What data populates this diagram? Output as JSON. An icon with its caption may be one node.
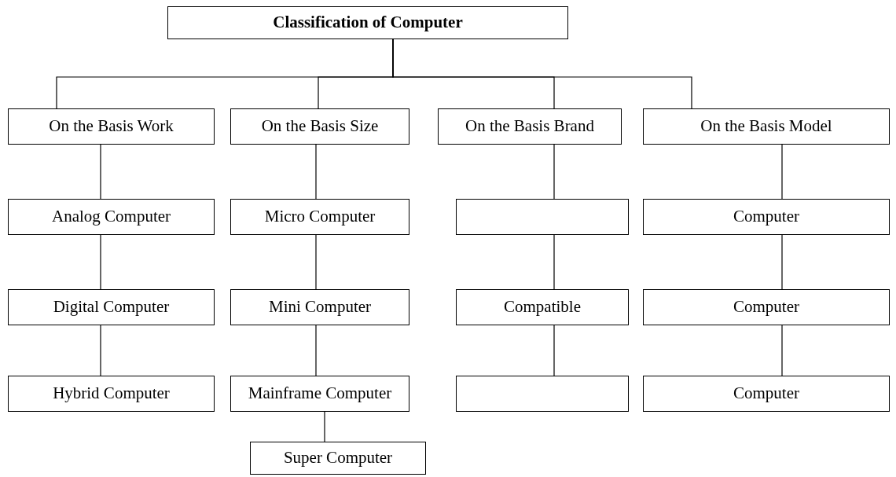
{
  "diagram": {
    "nodes": [
      {
        "text": [
          "Classification of Computer"
        ]
      },
      {
        "text": [
          "On the Basis Work"
        ]
      },
      {
        "text": [
          "On the Basis Size"
        ]
      },
      {
        "text": [
          "On the Basis Brand"
        ]
      },
      {
        "text": [
          "On the Basis Model"
        ]
      },
      {
        "text": [
          "Analog Computer"
        ]
      },
      {
        "text": [
          "Digital Computer"
        ]
      },
      {
        "text": [
          "Hybrid Computer"
        ]
      },
      {
        "text": [
          "Micro Computer"
        ]
      },
      {
        "text": [
          "Mini Computer"
        ]
      },
      {
        "text": [
          "Mainframe Computer"
        ]
      },
      {
        "text": [
          "Super Computer"
        ]
      },
      {
        "text": [],
        "shape": "box"
      },
      {
        "text": [
          "Compatible"
        ]
      },
      {
        "text": [],
        "shape": "box"
      },
      {
        "text": [
          "Computer"
        ]
      },
      {
        "text": [
          "Computer"
        ]
      },
      {
        "text": [
          "Computer"
        ]
      }
    ],
    "edges": [
      {
        "from": 0,
        "to": 1,
        "arrow": "none"
      },
      {
        "from": 0,
        "to": 2,
        "arrow": "none"
      },
      {
        "from": 0,
        "to": 3,
        "arrow": "none"
      },
      {
        "from": 0,
        "to": 4,
        "arrow": "none"
      },
      {
        "from": 1,
        "to": 5,
        "arrow": "none"
      },
      {
        "from": 5,
        "to": 6,
        "arrow": "none"
      },
      {
        "from": 6,
        "to": 7,
        "arrow": "none"
      },
      {
        "from": 2,
        "to": 8,
        "arrow": "none"
      },
      {
        "from": 8,
        "to": 9,
        "arrow": "none"
      },
      {
        "from": 9,
        "to": 10,
        "arrow": "none"
      },
      {
        "from": 10,
        "to": 11,
        "arrow": "none"
      },
      {
        "from": 3,
        "to": 12,
        "arrow": "none"
      },
      {
        "from": 12,
        "to": 13,
        "arrow": "none"
      },
      {
        "from": 13,
        "to": 14,
        "arrow": "none"
      },
      {
        "from": 4,
        "to": 15,
        "arrow": "none"
      },
      {
        "from": 15,
        "to": 16,
        "arrow": "none"
      },
      {
        "from": 16,
        "to": 17,
        "arrow": "none"
      }
    ]
  }
}
